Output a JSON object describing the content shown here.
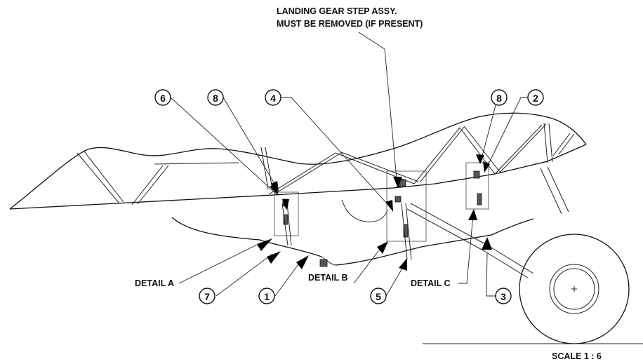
{
  "title_note": {
    "line1": "LANDING GEAR STEP ASSY.",
    "line2": "MUST BE REMOVED (IF PRESENT)"
  },
  "details": {
    "a": "DETAIL A",
    "b": "DETAIL B",
    "c": "DETAIL C"
  },
  "callouts": {
    "c6": "6",
    "c8a": "8",
    "c4": "4",
    "c8b": "8",
    "c2": "2",
    "c7": "7",
    "c1": "1",
    "c5": "5",
    "c3": "3"
  },
  "scale": "SCALE 1 : 6"
}
